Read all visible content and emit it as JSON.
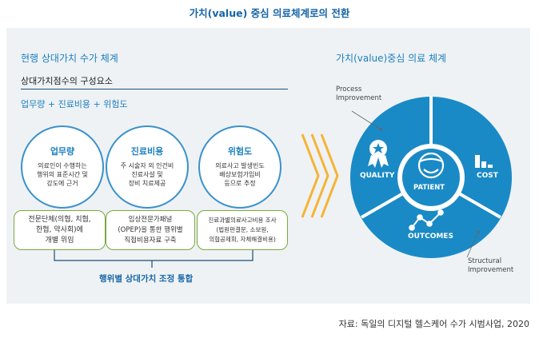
{
  "title": "가치(value) 중심 의료체계로의 전환",
  "left": {
    "heading": "현행 상대가치 수가 체계",
    "subheading": "상대가치점수의 구성요소",
    "formula": "업무량 + 진료비용 + 위험도",
    "circles": [
      {
        "title": "업무량",
        "lines": [
          "의료인이 수행하는",
          "행위의 표준시간 및",
          "강도에 근거"
        ]
      },
      {
        "title": "진료비용",
        "lines": [
          "주 시술자 외 인건비",
          "진료사설 및",
          "장비 치료제공"
        ]
      },
      {
        "title": "위험도",
        "lines": [
          "의료사고 발생빈도",
          "배상보험가입비",
          "등으로 추정"
        ]
      }
    ],
    "boxes": [
      {
        "lines": [
          "전문단체(의협, 치협,",
          "한협, 약사회)에",
          "개별 위임"
        ]
      },
      {
        "lines": [
          "임상전문가패널",
          "(OPEP)을 통한 행위별",
          "직접비용자료 구축"
        ]
      },
      {
        "lines": [
          "진료과별의료사고비용 조사",
          "(법원판결문, 소보원,",
          "의협공제회, 자체해결비용)"
        ]
      }
    ],
    "bottom_label": "행위별 상대가치 조정 통합"
  },
  "right": {
    "heading": "가치(value)중심 의료 체계",
    "segments": [
      {
        "label": "QUALITY",
        "icon": "award-ribbon-icon"
      },
      {
        "label": "COST",
        "icon": "dollar-chart-icon"
      },
      {
        "label": "OUTCOMES",
        "icon": "trend-line-icon"
      }
    ],
    "center": "PATIENT",
    "process_label": [
      "Process",
      "Improvement"
    ],
    "structural_label": [
      "Structural",
      "Improvement"
    ]
  },
  "source": "자료: 독일의 디지털 헬스케어 수가 시범사업, 2020",
  "colors": {
    "accent": "#1c7fc0",
    "wheel": "#1a8ac6",
    "box_border": "#7aa83f",
    "chevrons": "#f5b335",
    "panel": "#eef2f4"
  }
}
